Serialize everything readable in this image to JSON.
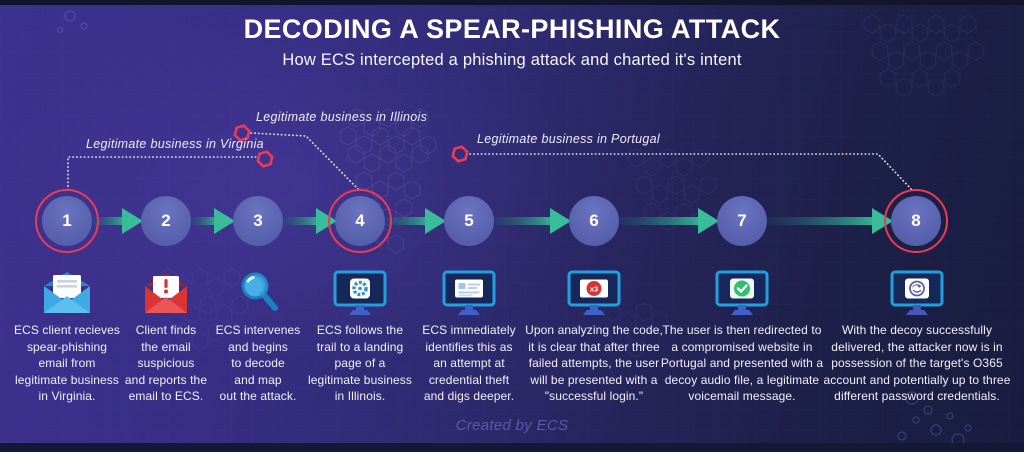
{
  "header": {
    "title": "DECODING A SPEAR-PHISHING ATTACK",
    "subtitle": "How ECS intercepted a phishing attack and charted it's intent"
  },
  "annotations": [
    {
      "label": "Legitimate business in Virginia",
      "marker": "red-hexagon"
    },
    {
      "label": "Legitimate business in Illinois",
      "marker": "red-hexagon"
    },
    {
      "label": "Legitimate business in Portugal",
      "marker": "red-hexagon"
    }
  ],
  "steps": [
    {
      "number": "1",
      "highlighted": true,
      "icon": "open-email-icon",
      "description": "ECS client recieves\nspear-phishing\nemail from\nlegitimate business\nin Virginia."
    },
    {
      "number": "2",
      "highlighted": false,
      "icon": "suspicious-email-icon",
      "description": "Client finds\nthe email\nsuspicious\nand reports the\nemail to ECS."
    },
    {
      "number": "3",
      "highlighted": false,
      "icon": "magnifier-icon",
      "description": "ECS intervenes\nand begins\nto decode\nand map\nout the attack."
    },
    {
      "number": "4",
      "highlighted": true,
      "icon": "monitor-gear-icon",
      "description": "ECS follows the\ntrail to a landing\npage of a\nlegitimate business\nin Illinois."
    },
    {
      "number": "5",
      "highlighted": false,
      "icon": "monitor-credentials-icon",
      "description": "ECS immediately\nidentifies this as\nan attempt at\ncredential theft\nand digs deeper."
    },
    {
      "number": "6",
      "highlighted": false,
      "icon": "monitor-x3-icon",
      "icon_label": "x3",
      "description": "Upon analyzing the code,\nit is clear that after three\nfailed attempts, the user\nwill be presented with a\n\"successful login.\""
    },
    {
      "number": "7",
      "highlighted": false,
      "icon": "monitor-check-icon",
      "description": "The user is then redirected to\na compromised website in\nPortugal and presented with a\ndecoy audio file, a legitimate\nvoicemail message."
    },
    {
      "number": "8",
      "highlighted": true,
      "icon": "monitor-voicemail-icon",
      "description": "With the decoy successfully\ndelivered, the attacker now is in\npossession of the target's O365\naccount and potentially up to three\ndifferent password credentials."
    }
  ],
  "footer": {
    "credit": "Created by ECS"
  },
  "colors": {
    "accent_red": "#ee3a52",
    "arrow_teal": "#3cc2a2",
    "circle_fill": "#5a64b0",
    "monitor_blue": "#22a0dd",
    "background_purple": "#3d318f",
    "background_navy": "#191c3f"
  }
}
